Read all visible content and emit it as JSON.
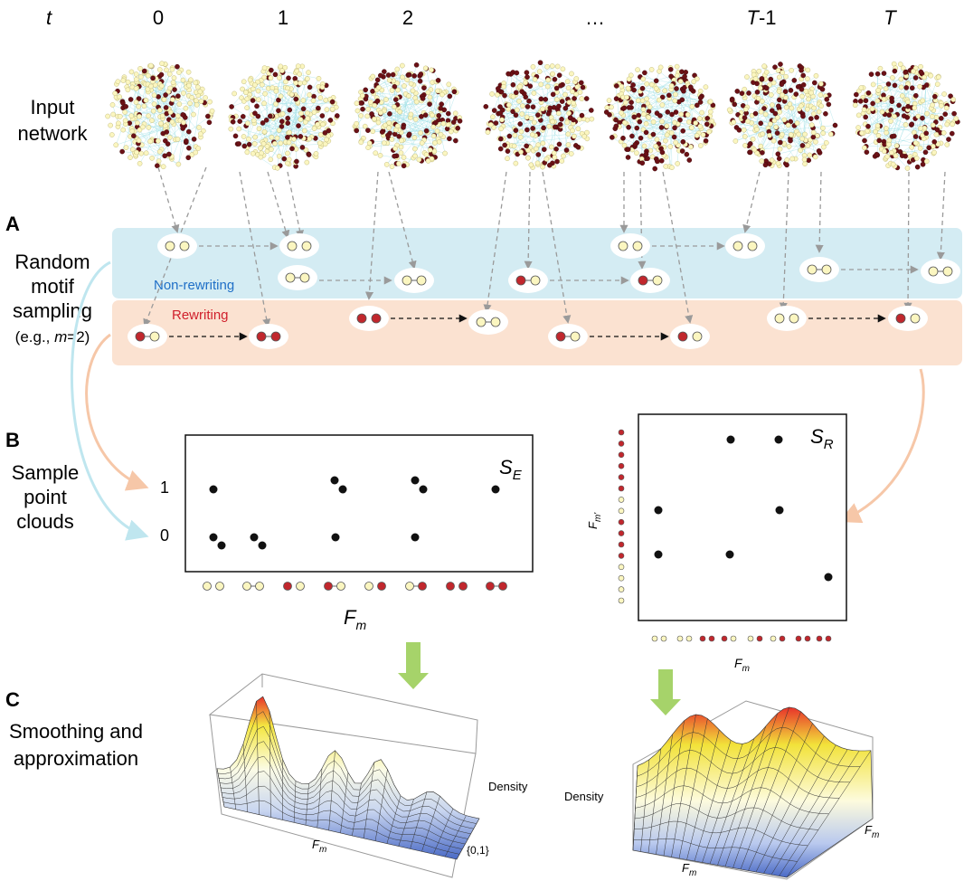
{
  "time_axis": {
    "symbol": "t",
    "ticks": [
      "0",
      "1",
      "2",
      "…",
      "T-1",
      "T"
    ],
    "tick_parts": [
      {
        "pre": "",
        "ital": "",
        "post": "0"
      },
      {
        "pre": "",
        "ital": "",
        "post": "1"
      },
      {
        "pre": "",
        "ital": "",
        "post": "2"
      },
      {
        "pre": "",
        "ital": "",
        "post": "…"
      },
      {
        "pre": "",
        "ital": "T",
        "post": "-1"
      },
      {
        "pre": "",
        "ital": "T",
        "post": ""
      }
    ]
  },
  "input_network": {
    "label_line1": "Input",
    "label_line2": "network"
  },
  "section_a": {
    "letter": "A",
    "line1": "Random",
    "line2": "motif",
    "line3": "sampling",
    "example_pre": "(e.g., ",
    "example_var": "m",
    "example_post": "=2)",
    "non_rewriting_label": "Non-rewriting",
    "rewriting_label": "Rewriting"
  },
  "section_b": {
    "letter": "B",
    "line1": "Sample",
    "line2": "point",
    "line3": "clouds",
    "se_label_main": "S",
    "se_label_sub": "E",
    "sr_label_main": "S",
    "sr_label_sub": "R",
    "y_ticks": [
      "1",
      "0"
    ],
    "x_label_main": "F",
    "x_label_sub": "m",
    "sr_y_label": "F",
    "sr_y_sub": "m'",
    "sr_x_label_main": "F",
    "sr_x_label_sub": "m"
  },
  "section_c": {
    "letter": "C",
    "line1": "Smoothing and",
    "line2": "approximation",
    "left_density": "Density",
    "left_x_main": "F",
    "left_x_sub": "m",
    "left_y_axis": "{0,1}",
    "right_density": "Density",
    "right_x1_main": "F",
    "right_x1_sub": "m",
    "right_x2_main": "F",
    "right_x2_sub": "m"
  },
  "colors": {
    "node_red": "#c1272d",
    "node_yellow": "#fbf6c0",
    "edge_cyan": "#9fe0e6",
    "band_blue": "#d4ecf3",
    "band_orange": "#fbe2d1",
    "non_rewriting_text": "#1f6fc7",
    "rewriting_text": "#d0202c",
    "arrow_green": "#a6d36a"
  },
  "icons": [
    "network-blob",
    "motif-pill",
    "dashed-arrow",
    "down-arrow"
  ]
}
